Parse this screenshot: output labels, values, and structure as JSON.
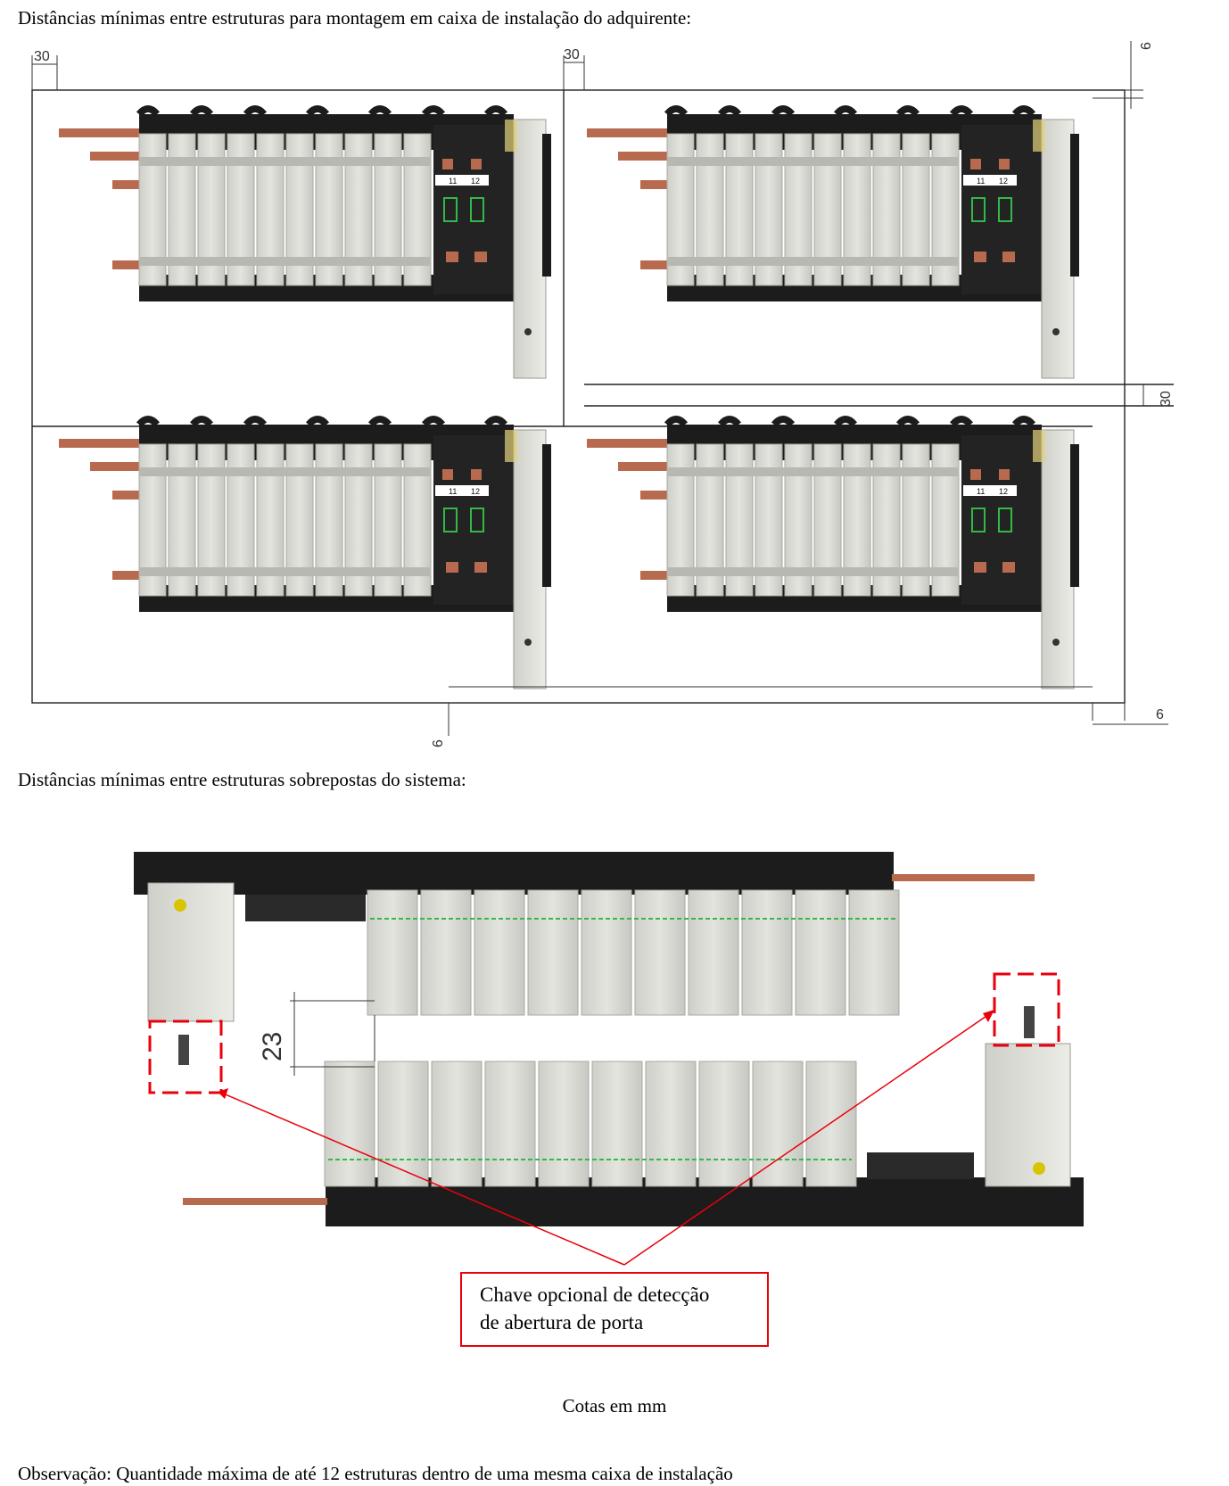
{
  "captions": {
    "top": "Distâncias mínimas entre estruturas para montagem em caixa de instalação do adquirente:",
    "middle": "Distâncias mínimas entre estruturas sobrepostas do sistema:",
    "units": "Cotas em mm",
    "note": "Observação: Quantidade máxima de até 12 estruturas dentro de uma mesma caixa de instalação"
  },
  "diagram_top": {
    "dims": {
      "left_gap": "30",
      "mid_gap": "30",
      "top_gap": "6",
      "row_gap": "30",
      "bottom_gap": "6",
      "right_gap": "6"
    },
    "module_labels": [
      "11",
      "12"
    ]
  },
  "diagram_bottom": {
    "overlap_dim": "23",
    "callout": {
      "line1": "Chave opcional de detecção",
      "line2": "de abertura de porta"
    }
  },
  "colors": {
    "frame": "#222222",
    "busbar": "#b86a4e",
    "module_body": "#dcdcd6",
    "base_black": "#1c1c1c",
    "callout_red": "#e8000b",
    "green_led": "#35b84a",
    "blue_led": "#5b6fd6",
    "yellow_dot": "#d8c400"
  }
}
